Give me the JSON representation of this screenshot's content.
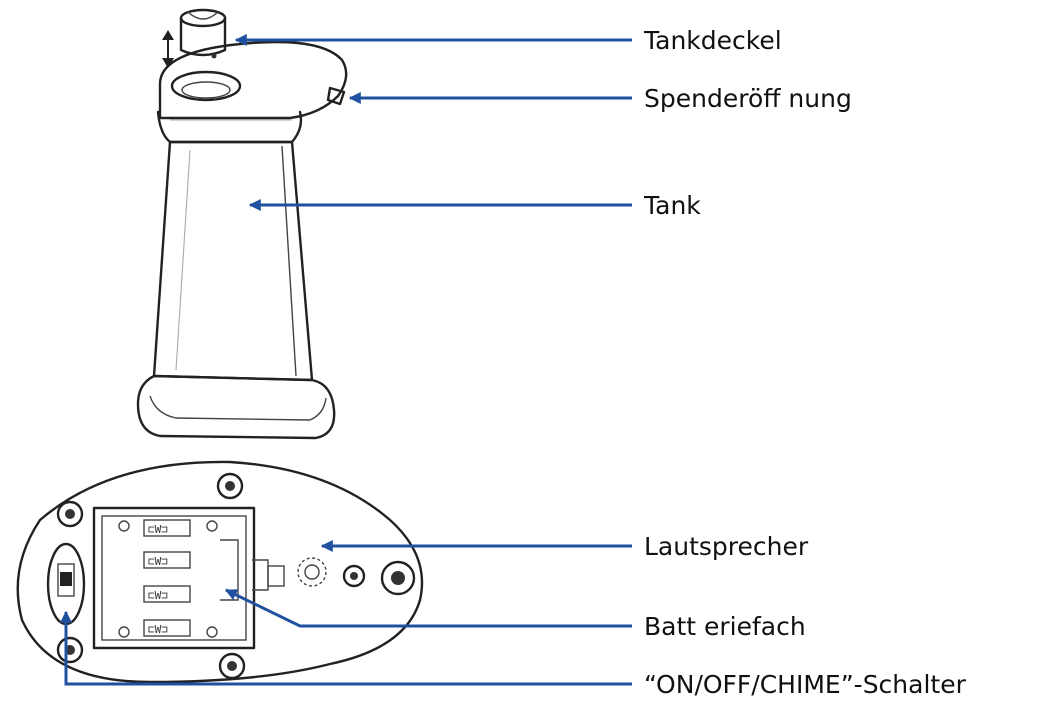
{
  "colors": {
    "arrow": "#2050A0",
    "outline": "#222222",
    "text": "#111111"
  },
  "labels": {
    "tank_lid": "Tankdeckel",
    "dispenser_opening": "Spenderöff nung",
    "tank": "Tank",
    "speaker": "Lautsprecher",
    "battery_compartment": "Batt eriefach",
    "switch": "“ON/OFF/CHIME”-Schalter"
  },
  "icons": {
    "lid_direction": "up-down-arrow-icon"
  }
}
